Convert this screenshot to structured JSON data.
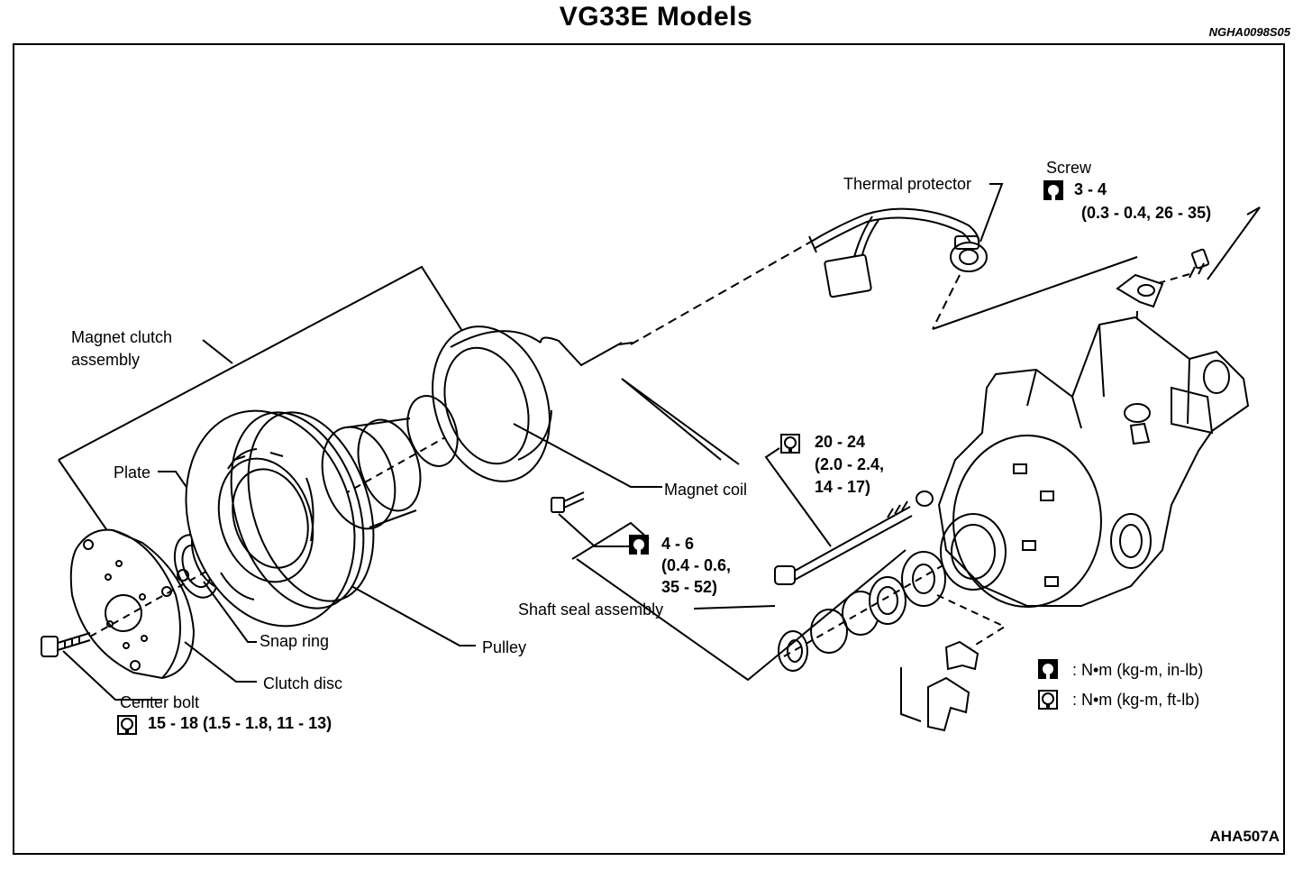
{
  "title": "VG33E Models",
  "doc_code": "NGHA0098S05",
  "figure_id": "AHA507A",
  "labels": {
    "thermal_protector": "Thermal protector",
    "screw": "Screw",
    "screw_torque_1": "3 - 4",
    "screw_torque_2": "(0.3 - 0.4, 26 - 35)",
    "magnet_clutch_1": "Magnet clutch",
    "magnet_clutch_2": "assembly",
    "plate": "Plate",
    "magnet_coil": "Magnet coil",
    "bolt_torque_1": "20 - 24",
    "bolt_torque_2": "(2.0 - 2.4,",
    "bolt_torque_3": "14 - 17)",
    "coil_torque_1": "4 - 6",
    "coil_torque_2": "(0.4 - 0.6,",
    "coil_torque_3": "35 - 52)",
    "shaft_seal": "Shaft seal assembly",
    "snap_ring": "Snap ring",
    "pulley": "Pulley",
    "clutch_disc": "Clutch disc",
    "center_bolt": "Center bolt",
    "center_bolt_torque": "15 - 18 (1.5 - 1.8, 11 - 13)"
  },
  "legend": {
    "in_lb": ": N•m (kg-m, in-lb)",
    "ft_lb": ": N•m (kg-m, ft-lb)"
  },
  "icons": {
    "torque_in_lb": "torque-wrench-filled-icon",
    "torque_ft_lb": "torque-wrench-outline-icon"
  }
}
